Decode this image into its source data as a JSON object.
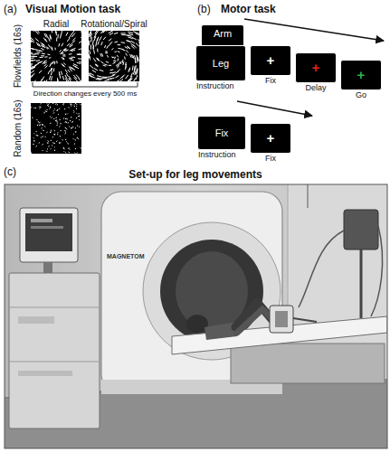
{
  "diagram": {
    "nodes": [
      {
        "text": [
          "Arm"
        ]
      },
      {
        "text": [
          "Leg",
          "Instruction"
        ]
      },
      {
        "text": [
          "+",
          "Fix"
        ]
      },
      {
        "text": [
          "+",
          "Delay"
        ]
      },
      {
        "text": [
          "+",
          "Go"
        ]
      },
      {
        "text": [
          "Fix",
          "Instruction"
        ]
      },
      {
        "text": [
          "+",
          "Fix"
        ]
      }
    ],
    "labels": [
      "(a)",
      "Visual Motion task",
      "Radial",
      "Rotational/Spiral",
      "Flowfields (16s)",
      "Direction changes every 500 ms",
      "Random (16s)",
      "(b)",
      "Motor task",
      "(c)",
      "Set-up for leg movements",
      "MAGNETOM"
    ]
  }
}
